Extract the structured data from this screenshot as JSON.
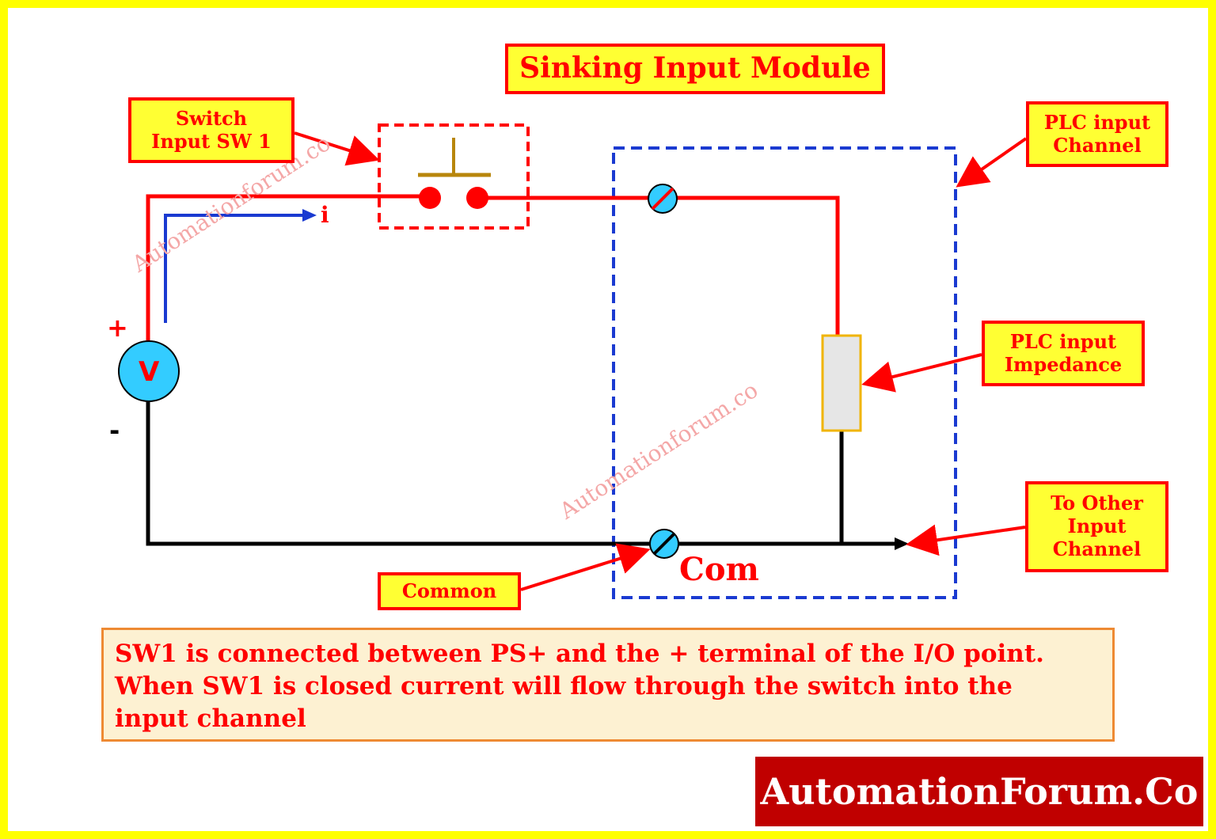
{
  "diagram": {
    "title": "Sinking Input Module",
    "labels": {
      "switch_line1": "Switch",
      "switch_line2": "Input SW 1",
      "channel_line1": "PLC input",
      "channel_line2": "Channel",
      "impedance_line1": "PLC input",
      "impedance_line2": "Impedance",
      "other_line1": "To Other",
      "other_line2": "Input",
      "other_line3": "Channel",
      "common": "Common"
    },
    "symbols": {
      "plus": "+",
      "minus": "-",
      "current": "i",
      "voltage": "V",
      "com": "Com"
    },
    "note": {
      "line1": "SW1 is connected between PS+ and the + terminal of the I/O point.",
      "line2": "When SW1 is closed current will flow through the switch into the",
      "line3": "input channel"
    },
    "watermark": "Automationforum.co",
    "brand": "AutomationForum.Co",
    "colors": {
      "frame": "#ffff00",
      "wire_positive": "#ff0000",
      "wire_negative": "#000000",
      "current_arrow": "#1a3ad1",
      "plc_boundary": "#1a3ad1",
      "terminal": "#33ccff",
      "impedance_fill": "#e6e6e6",
      "impedance_border": "#f0b400",
      "switch_actuator": "#b8860b",
      "label_fill": "#ffff33",
      "brand_bg": "#c00000"
    }
  }
}
